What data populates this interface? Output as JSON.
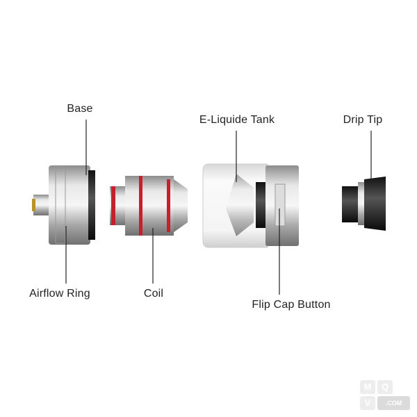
{
  "labels": {
    "base": "Base",
    "airflow_ring": "Airflow Ring",
    "coil": "Coil",
    "tank": "E-Liquide Tank",
    "flip_cap": "Flip Cap Button",
    "drip_tip": "Drip Tip"
  },
  "watermark": {
    "m": "M",
    "q": "Q",
    "v": "V",
    "com": ".COM"
  },
  "colors": {
    "seal": "#c8202a",
    "metal": "#b8b8b8",
    "text": "#222222"
  }
}
